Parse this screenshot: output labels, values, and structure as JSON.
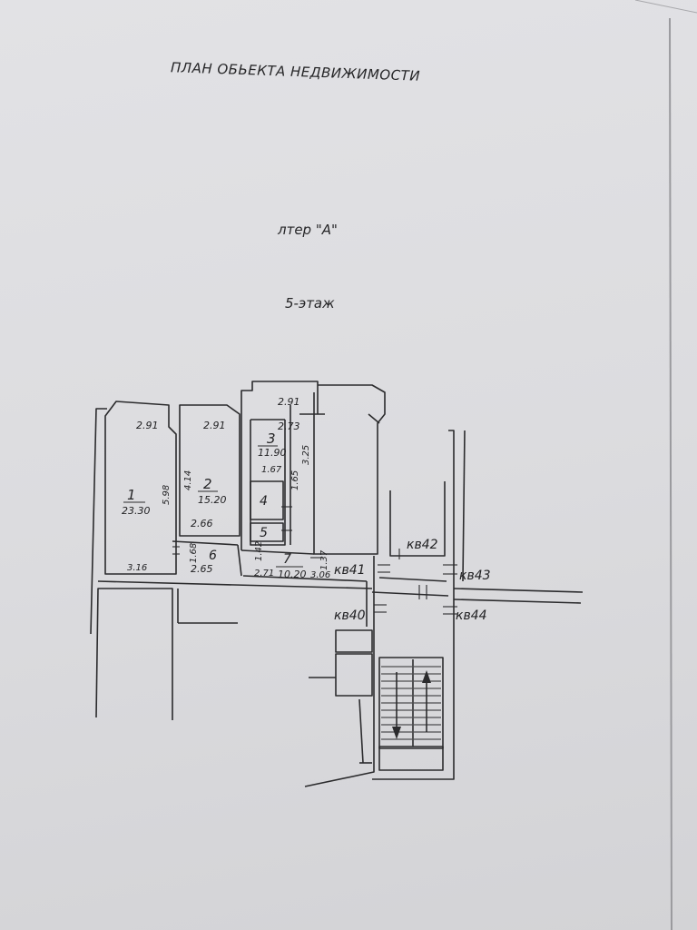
{
  "document": {
    "title": "ПЛАН ОБЬЕКТА НЕДВИЖИМОСТИ",
    "litera": "лтер \"А\"",
    "floor": "5-этаж"
  },
  "rooms": [
    {
      "number": "1",
      "area": "23.30"
    },
    {
      "number": "2",
      "area": "15.20"
    },
    {
      "number": "3",
      "area": "11.90"
    },
    {
      "number": "4"
    },
    {
      "number": "5"
    },
    {
      "number": "6"
    },
    {
      "number": "7",
      "area": "10.20"
    }
  ],
  "dimensions": {
    "r1_top": "2.91",
    "r1_side": "5.98",
    "r1_bottom": "3.16",
    "r2_top": "2.91",
    "r2_side": "4.14",
    "r2_bottom": "2.66",
    "r3_top": "2.91",
    "r3_inner": "2.73",
    "r3_side": "3.25",
    "r3_bottom": "1.67",
    "r3_small": "1.65",
    "r6_side": "1.68",
    "r6_bottom": "2.65",
    "r7_a": "1.42",
    "r7_b": "2.71",
    "r7_c": "3.06",
    "r7_d": "1.37"
  },
  "apartments": [
    "кв41",
    "кв42",
    "кв43",
    "кв44",
    "кв40"
  ]
}
